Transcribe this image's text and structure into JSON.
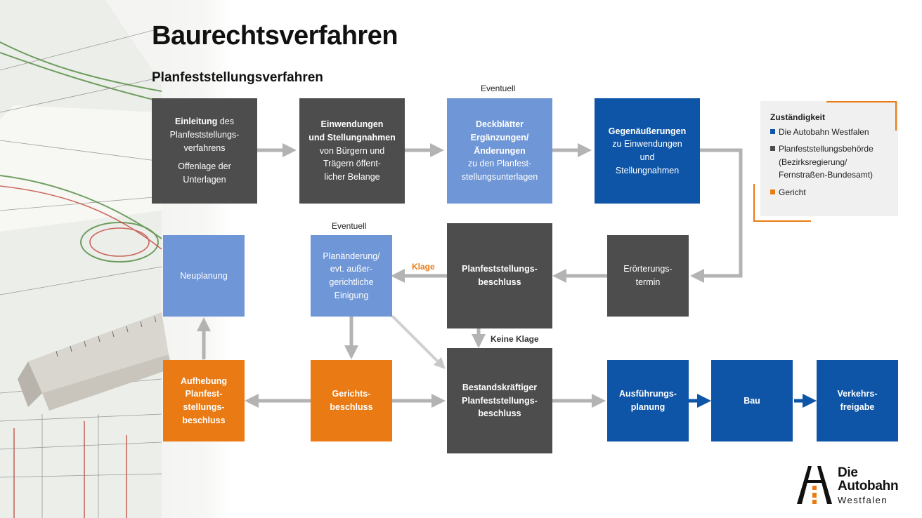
{
  "title": "Baurechtsverfahren",
  "subtitle": "Planfeststellungsverfahren",
  "colors": {
    "dark": "#4d4d4d",
    "light_blue": "#6f96d6",
    "blue": "#0e55a7",
    "orange": "#ea7a13",
    "arrow_gray": "#b3b3b3",
    "arrow_blue": "#0e55a7"
  },
  "notes": {
    "eventuell_1": "Eventuell",
    "eventuell_2": "Eventuell",
    "klage": "Klage",
    "keine_klage": "Keine Klage"
  },
  "boxes": {
    "einleitung": {
      "l1_bold": "Einleitung",
      "l1_rest": " des",
      "l2": "Planfeststellungs-",
      "l3": "verfahrens",
      "l4": "Offenlage der",
      "l5": "Unterlagen"
    },
    "einwendungen": {
      "l1_bold": "Einwendungen",
      "l2_bold": "und Stellungnahmen",
      "l3": "von Bürgern und",
      "l4": "Trägern öffent-",
      "l5": "licher Belange"
    },
    "deckblaetter": {
      "l1_bold": "Deckblätter",
      "l2_bold": "Ergänzungen/",
      "l3_bold": "Änderungen",
      "l4": "zu den Planfest-",
      "l5": "stellungsunterlagen"
    },
    "gegenaeusserungen": {
      "l1_bold": "Gegenäußerungen",
      "l2": "zu Einwendungen",
      "l3": "und",
      "l4": "Stellungnahmen"
    },
    "neuplanung": {
      "l1": "Neuplanung"
    },
    "planaenderung": {
      "l1": "Planänderung/",
      "l2": "evt. außer-",
      "l3": "gerichtliche",
      "l4": "Einigung"
    },
    "beschluss": {
      "l1_bold": "Planfeststellungs-",
      "l2_bold": "beschluss"
    },
    "eroerterung": {
      "l1": "Erörterungs-",
      "l2": "termin"
    },
    "aufhebung": {
      "l1_bold": "Aufhebung",
      "l2_bold": "Planfest-",
      "l3_bold": "stellungs-",
      "l4_bold": "beschluss"
    },
    "gerichtsbeschluss": {
      "l1_bold": "Gerichts-",
      "l2_bold": "beschluss"
    },
    "bestandskraeftig": {
      "l1_bold": "Bestandskräftiger",
      "l2_bold": "Planfeststellungs-",
      "l3_bold": "beschluss"
    },
    "ausfuehrung": {
      "l1_bold": "Ausführungs-",
      "l2_bold": "planung"
    },
    "bau": {
      "l1_bold": "Bau"
    },
    "verkehrsfreigabe": {
      "l1_bold": "Verkehrs-",
      "l2_bold": "freigabe"
    }
  },
  "legend": {
    "title": "Zuständigkeit",
    "items": [
      {
        "color": "#0e55a7",
        "label": "Die Autobahn Westfalen"
      },
      {
        "color": "#4d4d4d",
        "label": "Planfeststellungsbehörde (Bezirksregierung/ Fernstraßen-Bundesamt)"
      },
      {
        "color": "#ea7a13",
        "label": "Gericht"
      }
    ]
  },
  "logo": {
    "line1": "Die",
    "line2": "Autobahn",
    "line3": "Westfalen"
  }
}
